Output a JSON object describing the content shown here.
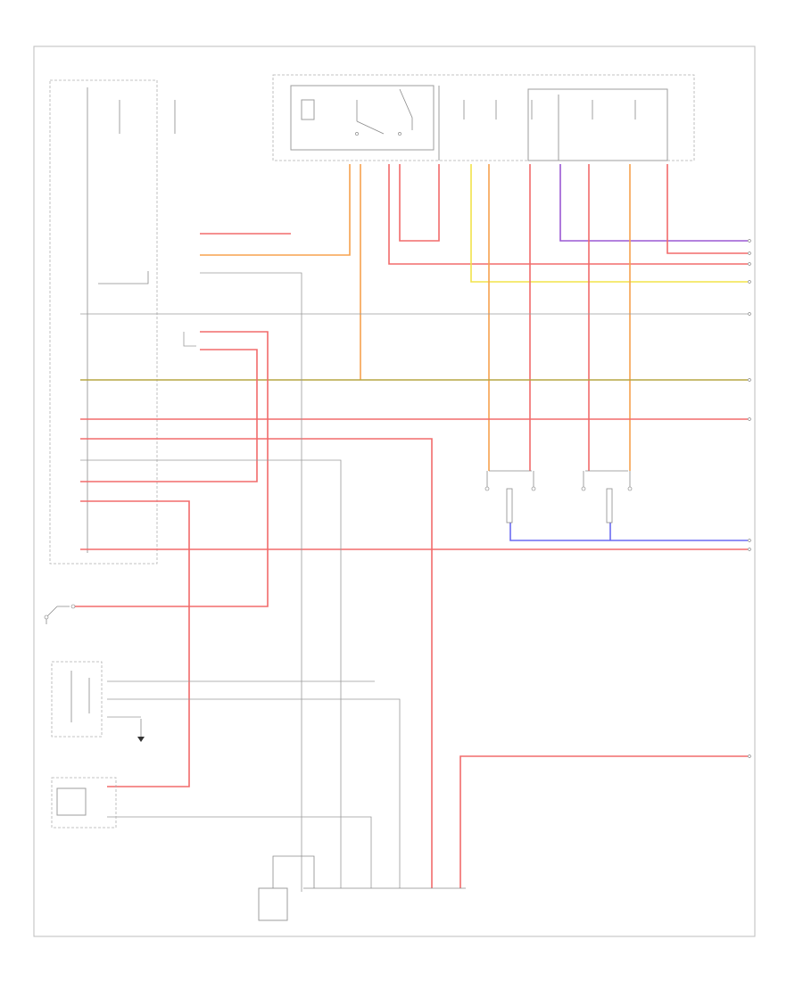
{
  "diagram": {
    "colors": {
      "red": "#f26b6b",
      "orange": "#f7a24e",
      "yellow": "#f2e34a",
      "olive": "#b5a642",
      "blue": "#6b6bf2",
      "purple": "#9a58d4",
      "gray": "#9a9a9a",
      "frame": "#bdbdbd"
    },
    "page_code": "",
    "components": [
      {
        "id": "fuse-relay-box",
        "name": ""
      },
      {
        "id": "combination-switch",
        "name": ""
      },
      {
        "id": "lighting-relay",
        "name": ""
      },
      {
        "id": "ground-point",
        "name": ""
      },
      {
        "id": "pass-switch",
        "name": ""
      },
      {
        "id": "left-headlight",
        "name": ""
      },
      {
        "id": "right-headlight",
        "name": ""
      },
      {
        "id": "junction-connector",
        "name": ""
      },
      {
        "id": "connector-block",
        "name": ""
      }
    ]
  }
}
